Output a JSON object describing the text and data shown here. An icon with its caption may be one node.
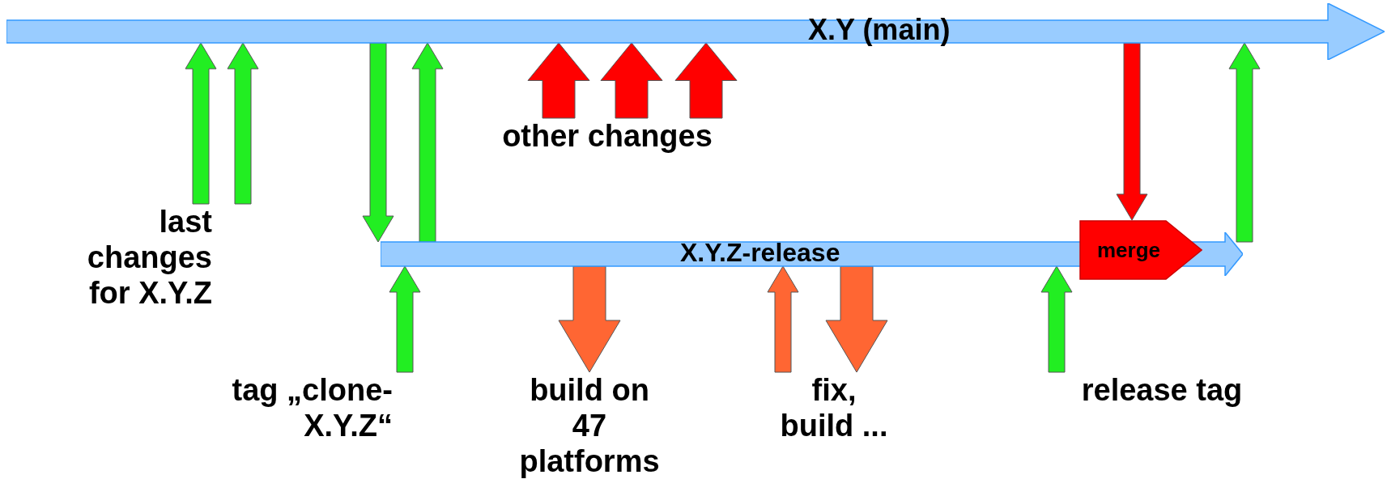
{
  "diagram": {
    "nodes": [
      {
        "text": [
          "X.Y (main)"
        ]
      },
      {
        "text": [
          "X.Y.Z-release"
        ]
      },
      {
        "text": [
          "merge"
        ]
      },
      {
        "text": [
          "last changes for X.Y.Z"
        ]
      },
      {
        "text": [
          "other changes"
        ]
      },
      {
        "text": [
          "tag „clone-X.Y.Z“"
        ]
      },
      {
        "text": [
          "build on 47 platforms"
        ]
      },
      {
        "text": [
          "fix, build ..."
        ]
      },
      {
        "text": [
          "release tag"
        ]
      }
    ],
    "edges": [
      {
        "from": 3,
        "to": 0,
        "arrow": "to"
      },
      {
        "from": 3,
        "to": 0,
        "arrow": "to"
      },
      {
        "from": 0,
        "to": 1,
        "arrow": "to"
      },
      {
        "from": 1,
        "to": 0,
        "arrow": "to"
      },
      {
        "from": 4,
        "to": 0,
        "arrow": "to",
        "color": "#ff0000"
      },
      {
        "from": 4,
        "to": 0,
        "arrow": "to",
        "color": "#ff0000"
      },
      {
        "from": 4,
        "to": 0,
        "arrow": "to",
        "color": "#ff0000"
      },
      {
        "from": 5,
        "to": 1,
        "arrow": "to"
      },
      {
        "from": 1,
        "to": 6,
        "arrow": "to",
        "color": "#ff6633"
      },
      {
        "from": 7,
        "to": 1,
        "arrow": "to",
        "color": "#ff6633"
      },
      {
        "from": 1,
        "to": 7,
        "arrow": "to",
        "color": "#ff6633"
      },
      {
        "from": 8,
        "to": 1,
        "arrow": "to"
      },
      {
        "from": 0,
        "to": 2,
        "arrow": "to",
        "color": "#ff0000"
      },
      {
        "from": 1,
        "to": 0,
        "arrow": "to"
      }
    ]
  }
}
